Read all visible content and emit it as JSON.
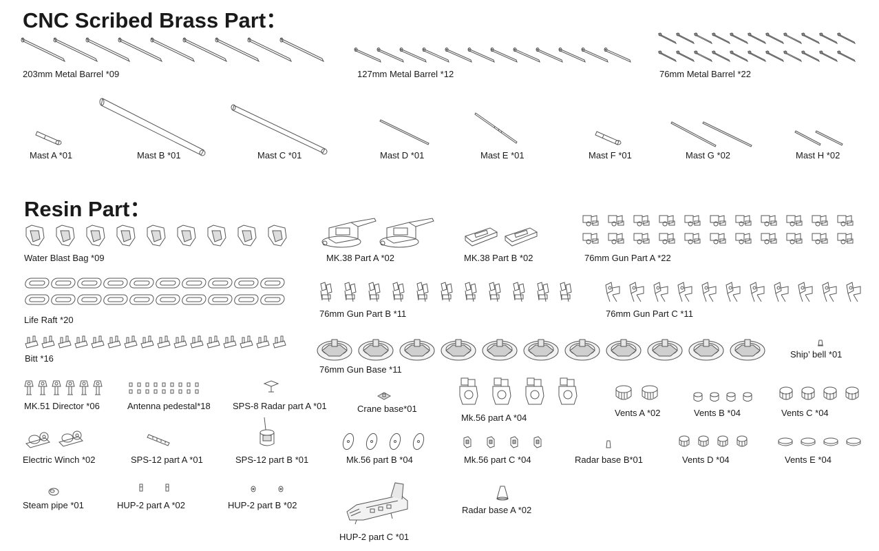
{
  "colors": {
    "ink": "#1a1a1a",
    "line": "#555555",
    "fill": "#ffffff",
    "shade": "#bbbbbb"
  },
  "sections": {
    "brass": {
      "title": "CNC Scribed Brass Part："
    },
    "resin": {
      "title": "Resin Part："
    }
  },
  "brass": {
    "barrel_203": "203mm Metal Barrel *09",
    "barrel_127": "127mm Metal Barrel *12",
    "barrel_76": "76mm Metal Barrel *22",
    "mast_a": "Mast A *01",
    "mast_b": "Mast B *01",
    "mast_c": "Mast C *01",
    "mast_d": "Mast D *01",
    "mast_e": "Mast E *01",
    "mast_f": "Mast F *01",
    "mast_g": "Mast G *02",
    "mast_h": "Mast H *02"
  },
  "resin": {
    "water_blast_bag": "Water Blast Bag *09",
    "mk38_a": "MK.38 Part A *02",
    "mk38_b": "MK.38 Part B *02",
    "gun76_a": "76mm Gun Part A *22",
    "life_raft": "Life Raft  *20",
    "gun76_b": "76mm Gun Part B *11",
    "gun76_c": "76mm Gun Part C *11",
    "bitt": "Bitt *16",
    "gun76_base": "76mm Gun Base *11",
    "ships_bell": "Ship’ bell *01",
    "mk51": "MK.51 Director *06",
    "antenna": "Antenna pedestal*18",
    "sps8": "SPS-8 Radar part A *01",
    "crane": "Crane base*01",
    "mk56_a": "Mk.56 part A *04",
    "vents_a": "Vents A *02",
    "vents_b": "Vents B *04",
    "vents_c": "Vents C *04",
    "winch": "Electric Winch *02",
    "sps12_a": "SPS-12 part A *01",
    "sps12_b": "SPS-12 part B *01",
    "mk56_b": "Mk.56 part B *04",
    "mk56_c": "Mk.56 part C *04",
    "radar_b": "Radar base B*01",
    "vents_d": "Vents D *04",
    "vents_e": "Vents E *04",
    "steam": "Steam pipe *01",
    "hup2_a": "HUP-2 part A *02",
    "hup2_b": "HUP-2 part B *02",
    "radar_a": "Radar base A *02",
    "hup2_c": "HUP-2 part C *01"
  }
}
